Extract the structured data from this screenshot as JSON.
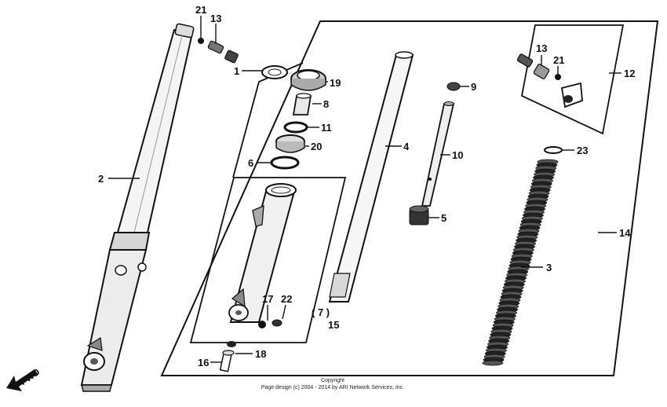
{
  "callouts": [
    {
      "id": "c21a",
      "text": "21"
    },
    {
      "id": "c13a",
      "text": "13"
    },
    {
      "id": "c1",
      "text": "1"
    },
    {
      "id": "c19",
      "text": "19"
    },
    {
      "id": "c8",
      "text": "8"
    },
    {
      "id": "c11",
      "text": "11"
    },
    {
      "id": "c20",
      "text": "20"
    },
    {
      "id": "c6",
      "text": "6"
    },
    {
      "id": "c2",
      "text": "2"
    },
    {
      "id": "c4",
      "text": "4"
    },
    {
      "id": "c9",
      "text": "9"
    },
    {
      "id": "c10",
      "text": "10"
    },
    {
      "id": "c5",
      "text": "5"
    },
    {
      "id": "c13b",
      "text": "13"
    },
    {
      "id": "c21b",
      "text": "21"
    },
    {
      "id": "c12",
      "text": "12"
    },
    {
      "id": "c23",
      "text": "23"
    },
    {
      "id": "c14",
      "text": "14"
    },
    {
      "id": "c3",
      "text": "3"
    },
    {
      "id": "c17",
      "text": "17"
    },
    {
      "id": "c22",
      "text": "22"
    },
    {
      "id": "c7",
      "text": "( 7 )"
    },
    {
      "id": "c15",
      "text": "15"
    },
    {
      "id": "c18",
      "text": "18"
    },
    {
      "id": "c16",
      "text": "16"
    }
  ],
  "fwd_label": "FWD",
  "copyright": {
    "line1": "Copyright",
    "line2": "Page design (c) 2004 - 2014 by ARI Network Services, Inc."
  }
}
